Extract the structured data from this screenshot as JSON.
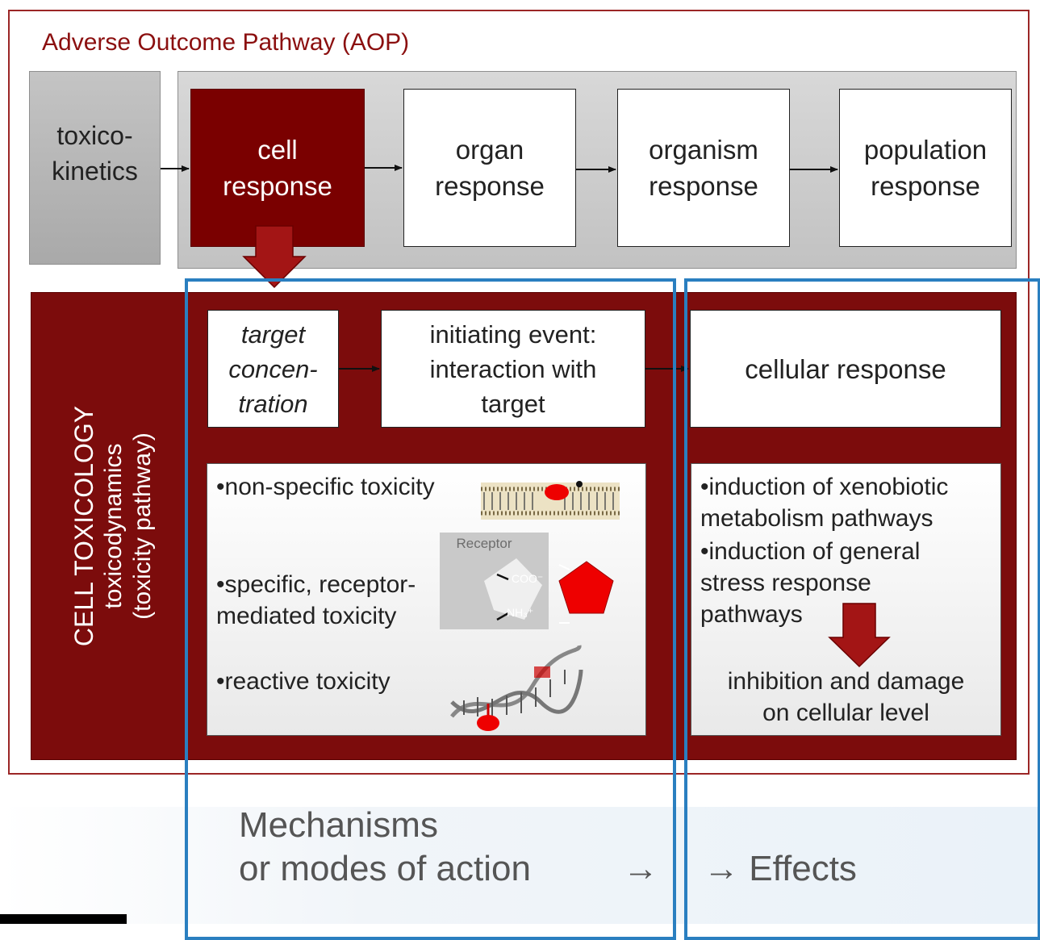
{
  "title": "Adverse Outcome Pathway (AOP)",
  "aop_row": {
    "toxicokinetics": "toxico-\nkinetics",
    "cell_response": "cell\nresponse",
    "organ_response": "organ\nresponse",
    "organism_response": "organism\nresponse",
    "population_response": "population\nresponse"
  },
  "cell_tox": {
    "heading": "CELL TOXICOLOGY",
    "sub1": "toxicodynamics",
    "sub2": "(toxicity pathway)",
    "target_concentration": "target\nconcen-\ntration",
    "initiating_event": "initiating event:\ninteraction with\ntarget",
    "cellular_response": "cellular response"
  },
  "mechanisms_panel": {
    "nonspecific": "•non-specific toxicity",
    "specific": "•specific, receptor-\nmediated toxicity",
    "receptor_label": "Receptor",
    "coo_label": "COO⁻",
    "nh3_label": "NH₃⁺",
    "reactive": "•reactive toxicity"
  },
  "effects_panel": {
    "xenobiotic": "•induction of xenobiotic\nmetabolism pathways",
    "stress": "•induction of general\nstress response\npathways",
    "inhibition": "inhibition and damage\non cellular level"
  },
  "bottom": {
    "mechanisms": "Mechanisms\nor modes of action",
    "arrow": "→",
    "effects": "→ Effects"
  },
  "colors": {
    "dark_red": "#7c0c0c",
    "blue_frame": "#2a7fc0",
    "gray": "#c4c4c4"
  }
}
